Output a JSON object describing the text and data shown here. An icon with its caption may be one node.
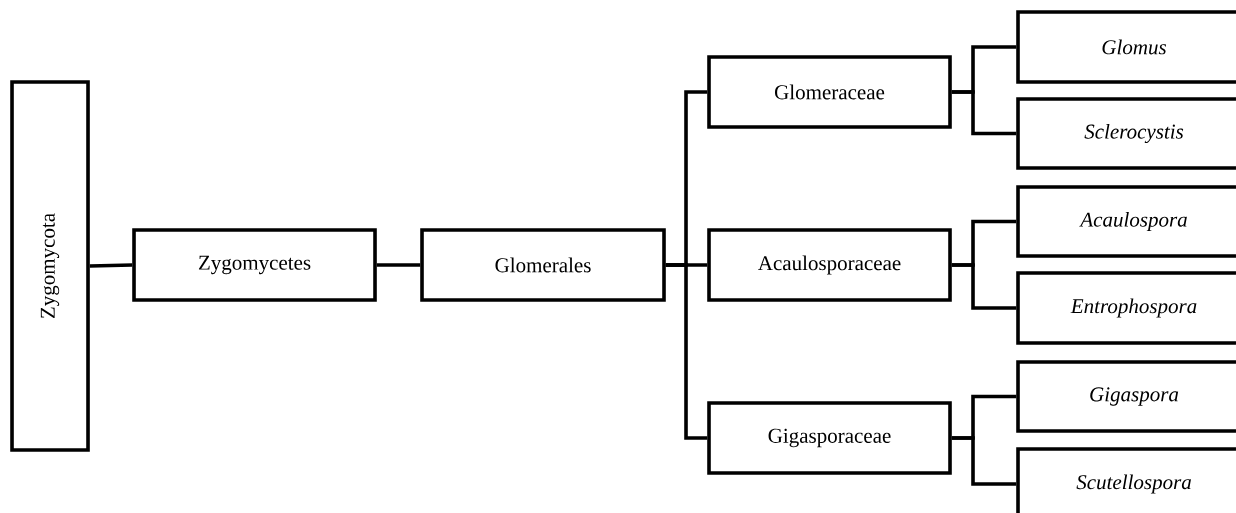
{
  "diagram": {
    "nodes": [
      {
        "text": [
          "Zygomycota"
        ]
      },
      {
        "text": [
          "Zygomycetes"
        ]
      },
      {
        "text": [
          "Glomerales"
        ]
      },
      {
        "text": [
          "Glomeraceae"
        ]
      },
      {
        "text": [
          "Acaulosporaceae"
        ]
      },
      {
        "text": [
          "Gigasporaceae"
        ]
      },
      {
        "text": [
          "Glomus"
        ]
      },
      {
        "text": [
          "Sclerocystis"
        ]
      },
      {
        "text": [
          "Acaulospora"
        ]
      },
      {
        "text": [
          "Entrophospora"
        ]
      },
      {
        "text": [
          "Gigaspora"
        ]
      },
      {
        "text": [
          "Scutellospora"
        ]
      }
    ],
    "edges": [
      {
        "from": 0,
        "to": 1,
        "arrow": "none"
      },
      {
        "from": 1,
        "to": 2,
        "arrow": "none"
      },
      {
        "from": 2,
        "to": 3,
        "arrow": "none"
      },
      {
        "from": 2,
        "to": 4,
        "arrow": "none"
      },
      {
        "from": 2,
        "to": 5,
        "arrow": "none"
      },
      {
        "from": 3,
        "to": 6,
        "arrow": "none"
      },
      {
        "from": 3,
        "to": 7,
        "arrow": "none"
      },
      {
        "from": 4,
        "to": 8,
        "arrow": "none"
      },
      {
        "from": 4,
        "to": 9,
        "arrow": "none"
      },
      {
        "from": 5,
        "to": 10,
        "arrow": "none"
      },
      {
        "from": 5,
        "to": 11,
        "arrow": "none"
      }
    ]
  }
}
